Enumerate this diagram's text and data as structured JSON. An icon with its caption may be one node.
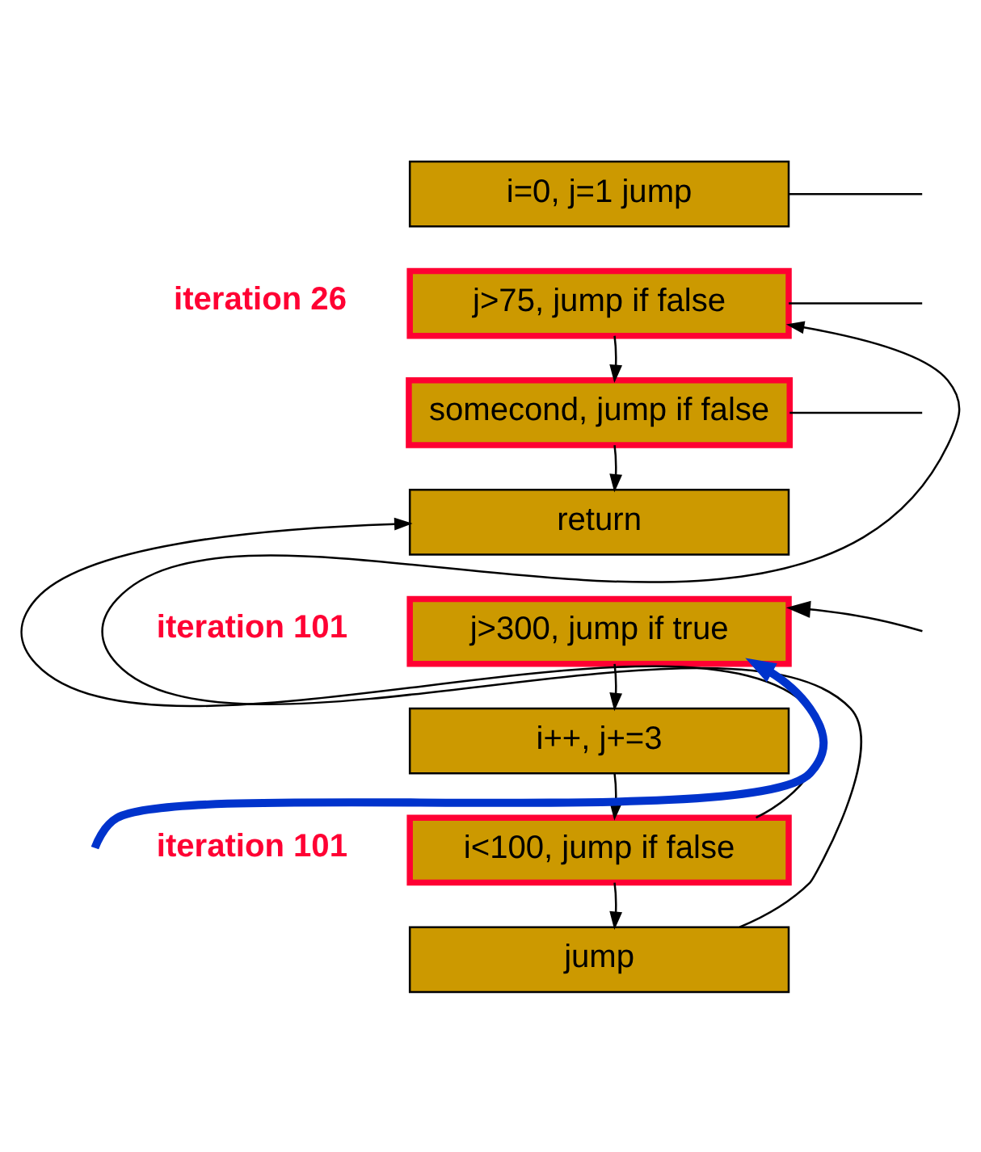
{
  "diagram": {
    "nodes": [
      {
        "text": [
          "i=0, j=1 jump"
        ]
      },
      {
        "text": [
          "j>75, jump if false"
        ]
      },
      {
        "text": [
          "somecond, jump if false"
        ]
      },
      {
        "text": [
          "return"
        ]
      },
      {
        "text": [
          "j>300, jump if true"
        ]
      },
      {
        "text": [
          "i++, j+=3"
        ]
      },
      {
        "text": [
          "i<100, jump if false"
        ]
      },
      {
        "text": [
          "jump"
        ]
      }
    ],
    "edges": [
      {
        "from": 0,
        "to": null,
        "arrow": "none"
      },
      {
        "from": 1,
        "to": null,
        "arrow": "none"
      },
      {
        "from": 2,
        "to": null,
        "arrow": "none"
      },
      {
        "from": 1,
        "to": 2,
        "arrow": "to"
      },
      {
        "from": 2,
        "to": 3,
        "arrow": "to"
      },
      {
        "from": 7,
        "to": 1,
        "arrow": "to"
      },
      {
        "from": 6,
        "to": 3,
        "arrow": "to"
      },
      {
        "from": null,
        "to": 4,
        "arrow": "to",
        "style": "thick",
        "color": "#0033cc"
      },
      {
        "from": 4,
        "to": 5,
        "arrow": "to"
      },
      {
        "from": 5,
        "to": 6,
        "arrow": "to"
      },
      {
        "from": 6,
        "to": 7,
        "arrow": "to"
      },
      {
        "from": null,
        "to": 4,
        "arrow": "to"
      }
    ],
    "labels": [
      "iteration 26",
      "iteration 101",
      "iteration 101"
    ]
  }
}
